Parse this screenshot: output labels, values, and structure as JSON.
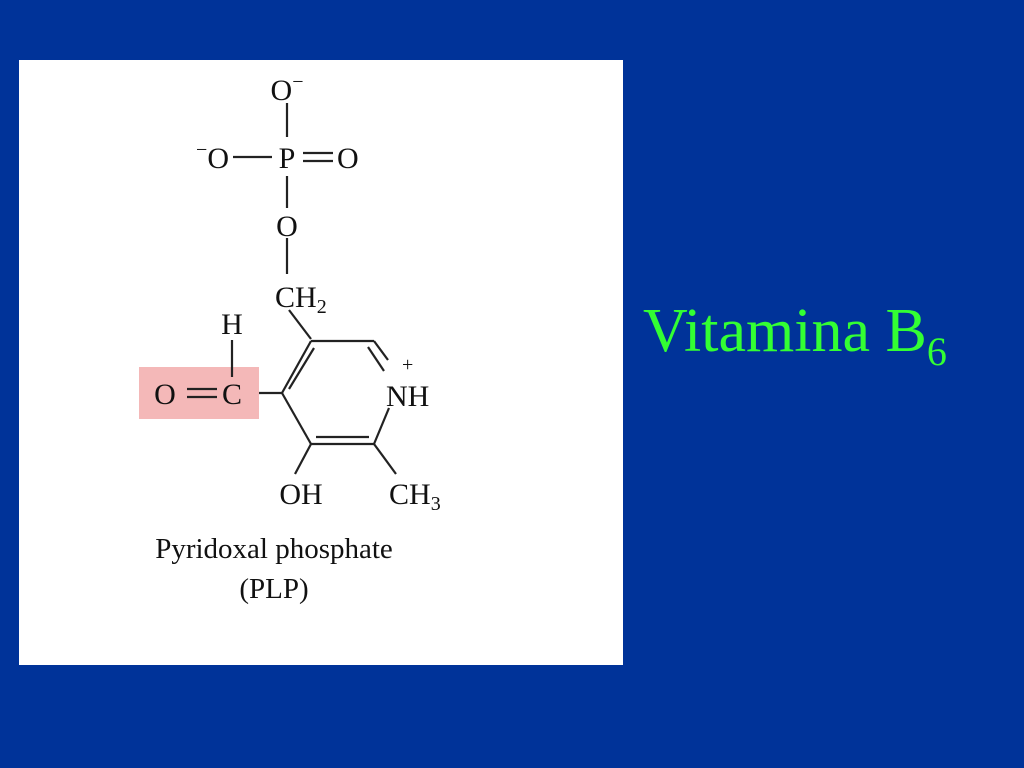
{
  "slide": {
    "background_color": "#003399",
    "title": {
      "text": "Vitamina B",
      "subscript": "6",
      "color": "#33ff33"
    }
  },
  "figure": {
    "background_color": "#ffffff",
    "highlight_color": "#f4b8b8",
    "caption_line1": "Pyridoxal phosphate",
    "caption_line2": "(PLP)",
    "molecule": {
      "atoms": {
        "o_top": "O",
        "o_minus_sign": "−",
        "phosphate_left_o": "O",
        "phosphate_left_minus": "−",
        "p": "P",
        "phosphate_right_o": "O",
        "ester_o": "O",
        "ch2": "CH",
        "ch2_sub": "2",
        "aldehyde_h": "H",
        "aldehyde_o": "O",
        "aldehyde_c": "C",
        "nh": "NH",
        "n_plus": "+",
        "oh": "OH",
        "ch3": "CH",
        "ch3_sub": "3"
      }
    }
  }
}
